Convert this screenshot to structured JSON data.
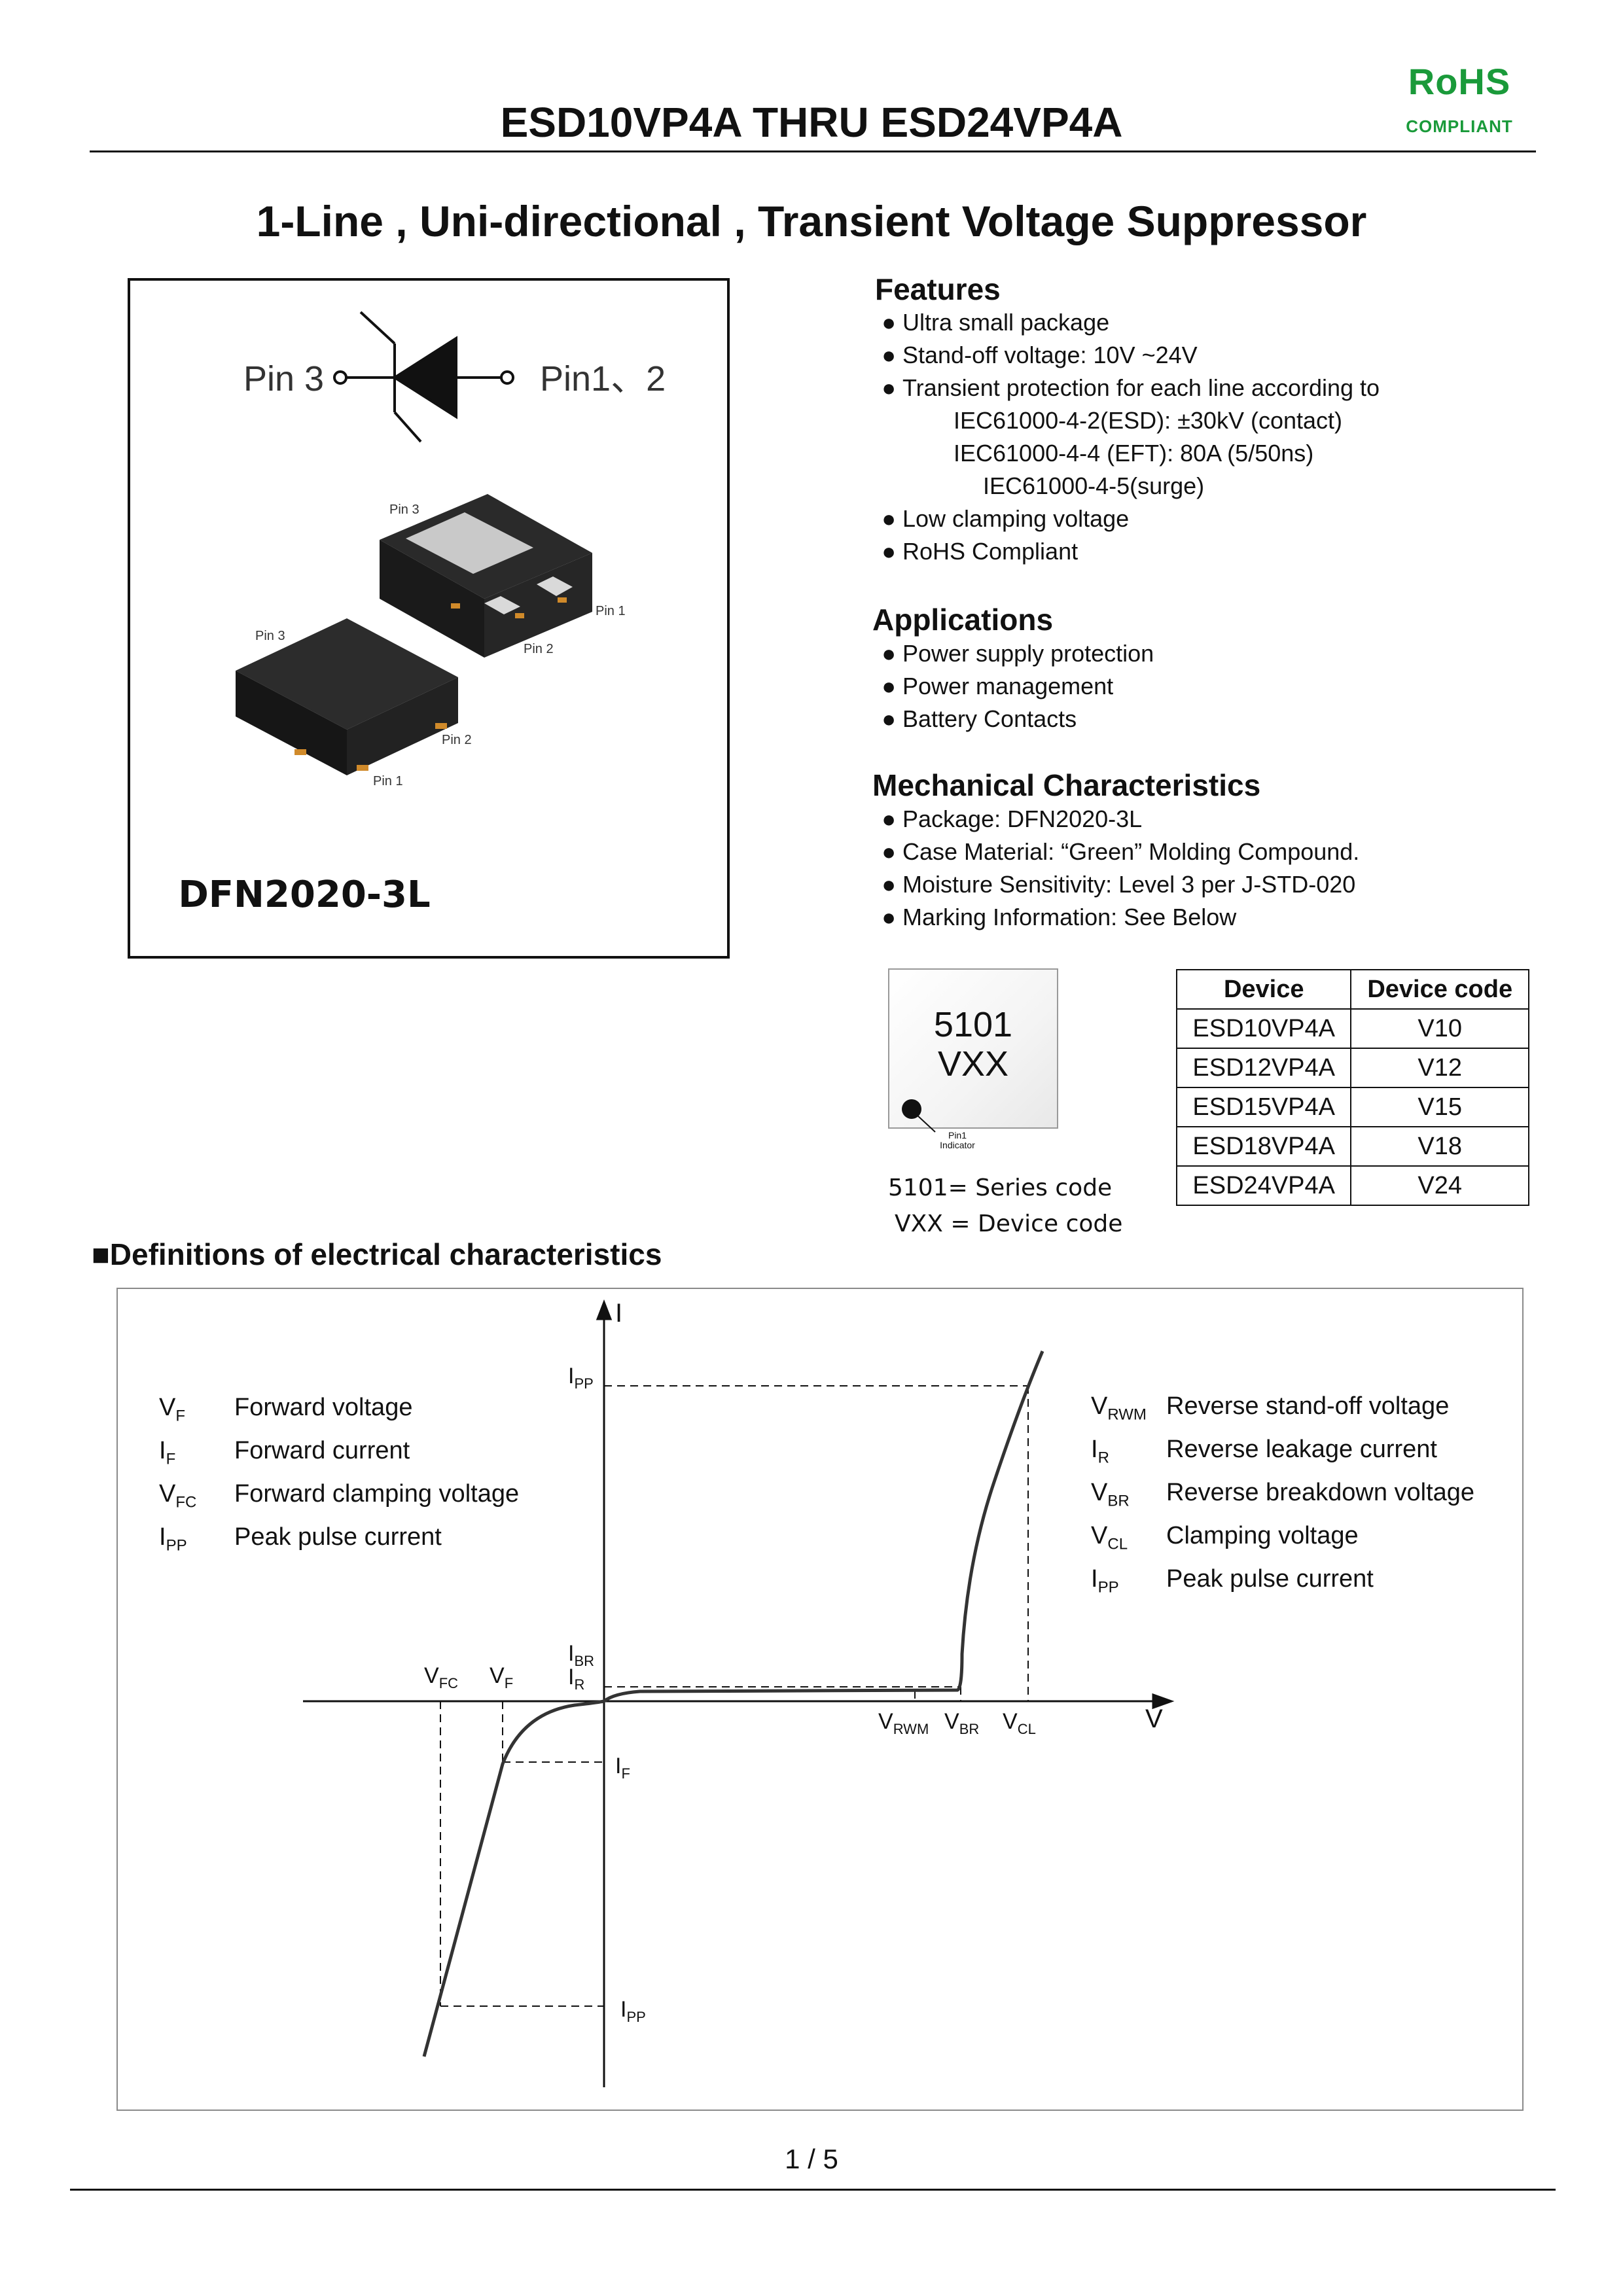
{
  "header": {
    "title": "ESD10VP4A THRU ESD24VP4A",
    "rohs": "RoHS",
    "rohs_sub": "COMPLIANT"
  },
  "subtitle": "1-Line , Uni-directional , Transient Voltage Suppressor",
  "package": {
    "pin_left": "Pin 3",
    "pin_right": "Pin1、2",
    "pkg_pin3_a": "Pin 3",
    "pkg_pin1_a": "Pin 1",
    "pkg_pin2_a": "Pin 2",
    "pkg_pin3_b": "Pin 3",
    "pkg_pin2_b": "Pin 2",
    "pkg_pin1_b": "Pin 1",
    "name": "DFN2020-3L"
  },
  "features": {
    "heading": "Features",
    "items": [
      "Ultra small package",
      "Stand-off voltage: 10V ~24V",
      "Transient protection for each line according to"
    ],
    "sub1": "IEC61000-4-2(ESD): ±30kV (contact)",
    "sub2": "IEC61000-4-4 (EFT): 80A (5/50ns)",
    "sub3": "IEC61000-4-5(surge)",
    "items2": [
      "Low clamping voltage",
      "RoHS Compliant"
    ]
  },
  "applications": {
    "heading": "Applications",
    "items": [
      "Power supply protection",
      "Power management",
      "Battery Contacts"
    ]
  },
  "mechanical": {
    "heading": "Mechanical Characteristics",
    "items": [
      "Package: DFN2020-3L",
      "Case Material: “Green” Molding Compound.",
      "Moisture Sensitivity: Level 3 per J-STD-020",
      "Marking Information: See Below"
    ]
  },
  "marking": {
    "line1": "5101",
    "line2": "VXX",
    "indicator_1": "Pin1",
    "indicator_2": "Indicator",
    "note1": "5101= Series code",
    "note2": "VXX = Device code"
  },
  "device_table": {
    "headers": [
      "Device",
      "Device code"
    ],
    "rows": [
      [
        "ESD10VP4A",
        "V10"
      ],
      [
        "ESD12VP4A",
        "V12"
      ],
      [
        "ESD15VP4A",
        "V15"
      ],
      [
        "ESD18VP4A",
        "V18"
      ],
      [
        "ESD24VP4A",
        "V24"
      ]
    ]
  },
  "definitions": {
    "heading": "■Definitions of electrical characteristics",
    "left": [
      {
        "sym": "V",
        "sub": "F",
        "desc": "Forward voltage"
      },
      {
        "sym": "I",
        "sub": "F",
        "desc": "Forward current"
      },
      {
        "sym": "V",
        "sub": "FC",
        "desc": "Forward clamping voltage"
      },
      {
        "sym": "I",
        "sub": "PP",
        "desc": "Peak pulse current"
      }
    ],
    "right": [
      {
        "sym": "V",
        "sub": "RWM",
        "desc": "Reverse stand-off voltage"
      },
      {
        "sym": "I",
        "sub": "R",
        "desc": "Reverse leakage current"
      },
      {
        "sym": "V",
        "sub": "BR",
        "desc": "Reverse breakdown voltage"
      },
      {
        "sym": "V",
        "sub": "CL",
        "desc": "Clamping voltage"
      },
      {
        "sym": "I",
        "sub": "PP",
        "desc": "Peak pulse current"
      }
    ],
    "axis_i": "I",
    "axis_v": "V",
    "lbl_ipp_top": {
      "sym": "I",
      "sub": "PP"
    },
    "lbl_ibr": {
      "sym": "I",
      "sub": "BR"
    },
    "lbl_ir": {
      "sym": "I",
      "sub": "R"
    },
    "lbl_vfc": {
      "sym": "V",
      "sub": "FC"
    },
    "lbl_vf": {
      "sym": "V",
      "sub": "F"
    },
    "lbl_if": {
      "sym": "I",
      "sub": "F"
    },
    "lbl_ipp_bot": {
      "sym": "I",
      "sub": "PP"
    },
    "lbl_vrwm": {
      "sym": "V",
      "sub": "RWM"
    },
    "lbl_vbr": {
      "sym": "V",
      "sub": "BR"
    },
    "lbl_vcl": {
      "sym": "V",
      "sub": "CL"
    }
  },
  "footer": {
    "page": "1 / 5"
  }
}
